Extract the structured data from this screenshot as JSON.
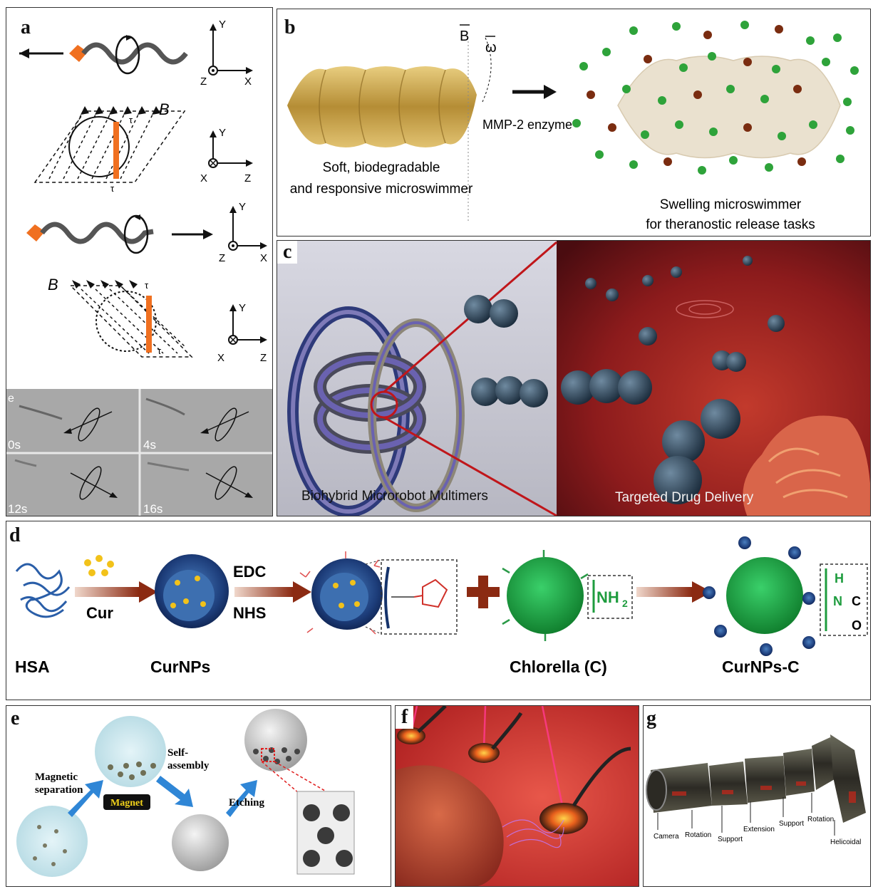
{
  "panels": {
    "a": {
      "label": "a",
      "field_label": "B",
      "torque": "τ",
      "axes": [
        {
          "v": "Y",
          "h": "X",
          "d": "Z"
        },
        {
          "v": "Y",
          "h": "Z",
          "d": "X"
        },
        {
          "v": "Y",
          "h": "X",
          "d": "Z"
        },
        {
          "v": "Y",
          "h": "Z",
          "d": "X"
        }
      ],
      "frames": {
        "letter": "e",
        "times": [
          "0s",
          "4s",
          "12s",
          "16s"
        ]
      }
    },
    "b": {
      "label": "b",
      "field_vector": "B",
      "omega": "ω",
      "stimulus": "MMP-2 enzyme",
      "left_caption": [
        "Soft, biodegradable",
        "and responsive microswimmer"
      ],
      "right_caption": [
        "Swelling microswimmer",
        "for theranostic release tasks"
      ],
      "colors": {
        "helix": "#c9a64a",
        "green": "#2ea33a",
        "brown": "#7a2c10"
      }
    },
    "c": {
      "label": "c",
      "left_caption": "Biohybrid Microrobot Multimers",
      "right_caption": "Targeted Drug Delivery",
      "colors": {
        "zoom": "#c0161a",
        "bg_left": "#cfcfd8",
        "bg_right": "#8a1a1e"
      }
    },
    "d": {
      "label": "d",
      "reagent_1": "Cur",
      "reagent_2a": "EDC",
      "reagent_2b": "NHS",
      "amine": "NH",
      "amine_sub": "2",
      "amide": {
        "h": "H",
        "n": "N",
        "c": "C",
        "o": "O"
      },
      "names": [
        "HSA",
        "CurNPs",
        "Chlorella (C)",
        "CurNPs-C"
      ],
      "colors": {
        "arrow": "#8b2a12",
        "green": "#1e9c3e",
        "navy": "#15336b",
        "yellow": "#f2c21a"
      }
    },
    "e": {
      "label": "e",
      "step_1": [
        "Magnetic",
        "separation"
      ],
      "step_2": [
        "Self-",
        "assembly"
      ],
      "step_3": "Etching",
      "magnet": "Magnet",
      "colors": {
        "arrow": "#2f86d6"
      }
    },
    "f": {
      "label": "f"
    },
    "g": {
      "label": "g",
      "parts": [
        "Camera",
        "Rotation",
        "Support",
        "Extension",
        "Support",
        "Rotation",
        "Helicoidal"
      ]
    }
  }
}
